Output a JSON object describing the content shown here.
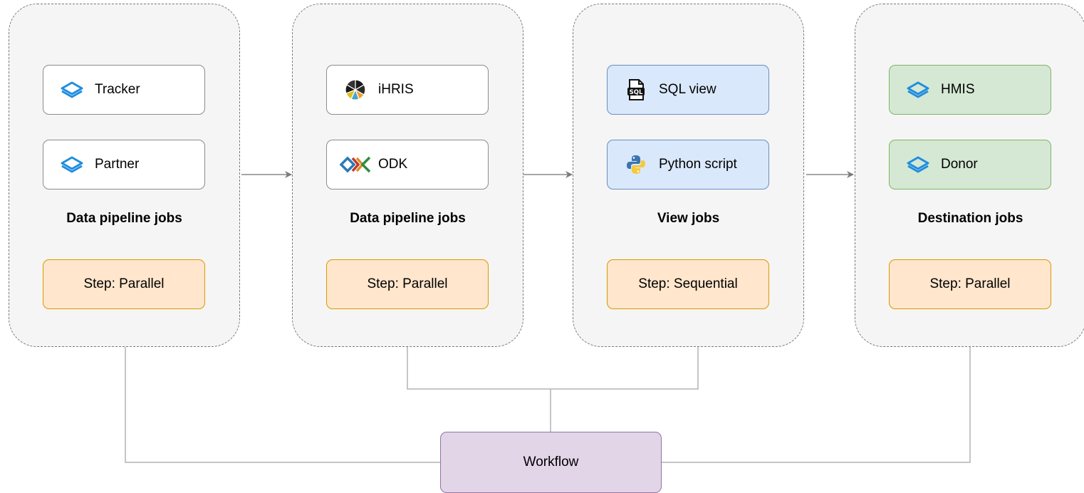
{
  "groups": [
    {
      "title": "Data pipeline jobs",
      "step": "Step: Parallel",
      "items": [
        {
          "label": "Tracker",
          "icon": "dhis2-icon"
        },
        {
          "label": "Partner",
          "icon": "dhis2-icon"
        }
      ]
    },
    {
      "title": "Data pipeline jobs",
      "step": "Step: Parallel",
      "items": [
        {
          "label": "iHRIS",
          "icon": "ihris-icon"
        },
        {
          "label": "ODK",
          "icon": "odk-icon"
        }
      ]
    },
    {
      "title": "View jobs",
      "step": "Step: Sequential",
      "items": [
        {
          "label": "SQL view",
          "icon": "sql-file-icon"
        },
        {
          "label": "Python script",
          "icon": "python-icon"
        }
      ]
    },
    {
      "title": "Destination jobs",
      "step": "Step: Parallel",
      "items": [
        {
          "label": "HMIS",
          "icon": "dhis2-icon"
        },
        {
          "label": "Donor",
          "icon": "dhis2-icon"
        }
      ]
    }
  ],
  "workflow": {
    "label": "Workflow"
  },
  "colors": {
    "group_fill": "#f5f5f5",
    "step_fill": "#ffe6cc",
    "step_border": "#d79b00",
    "view_fill": "#dae8fc",
    "view_border": "#6c8ebf",
    "destination_fill": "#d5e8d4",
    "destination_border": "#82b366",
    "workflow_fill": "#e1d5e7",
    "workflow_border": "#9673a6",
    "connector": "#8a8a8a",
    "link": "#b3b3b3"
  }
}
